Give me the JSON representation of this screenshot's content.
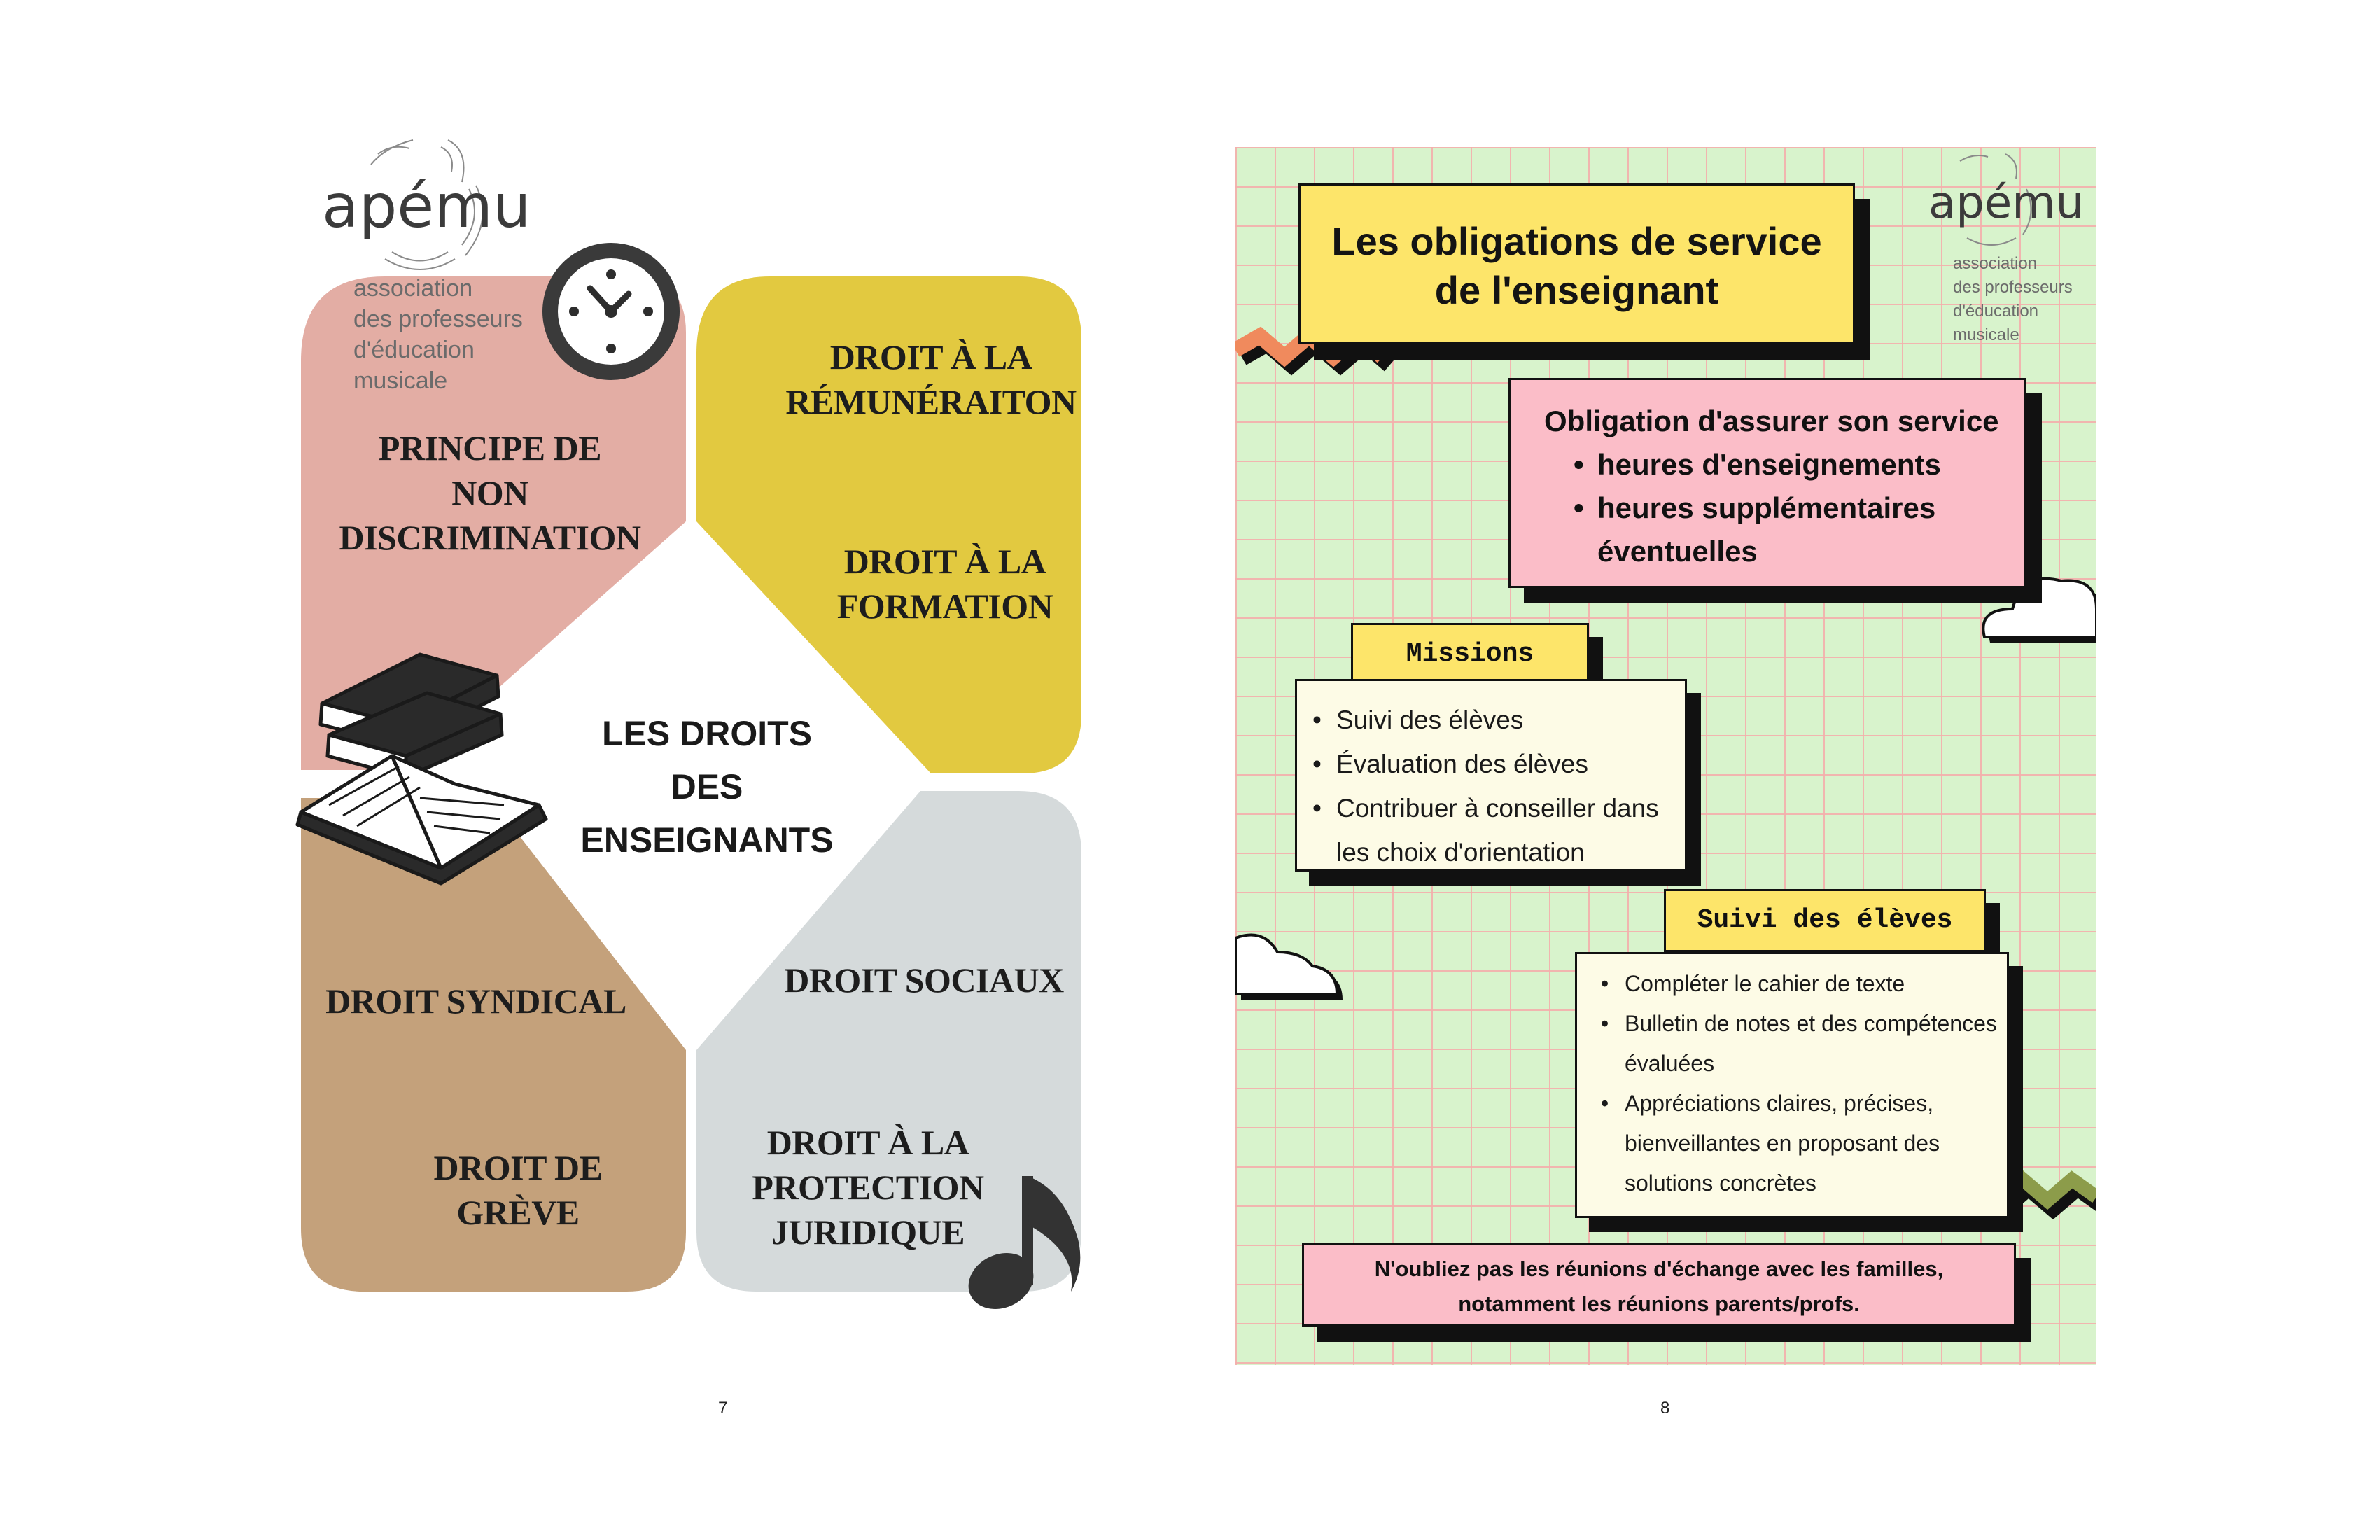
{
  "left_page": {
    "logo": {
      "wordmark": "apému",
      "lines": [
        "association",
        "des professeurs",
        "d'éducation",
        "musicale"
      ]
    },
    "center_title": [
      "LES DROITS",
      "DES",
      "ENSEIGNANTS"
    ],
    "quadrants": {
      "top_left": {
        "color": "#e3ada4",
        "labels": [
          [
            "PRINCIPE DE",
            "NON",
            "DISCRIMINATION"
          ]
        ]
      },
      "top_right": {
        "color": "#e2c940",
        "labels": [
          [
            "DROIT À LA",
            "RÉMUNÉRAITON"
          ],
          [
            "DROIT À LA",
            "FORMATION"
          ]
        ]
      },
      "bottom_left": {
        "color": "#c4a17b",
        "labels": [
          [
            "DROIT SYNDICAL"
          ],
          [
            "DROIT DE GRÈVE"
          ]
        ]
      },
      "bottom_right": {
        "color": "#d5dadb",
        "labels": [
          [
            "DROIT SOCIAUX"
          ],
          [
            "DROIT À LA",
            "PROTECTION",
            "JURIDIQUE"
          ]
        ]
      }
    },
    "icons": [
      "clock-icon",
      "books-icon",
      "music-note-icon"
    ],
    "page_number": "7"
  },
  "right_page": {
    "title": [
      "Les obligations de service",
      "de l'enseignant"
    ],
    "logo": {
      "wordmark": "apému",
      "lines": [
        "association",
        "des professeurs",
        "d'éducation",
        "musicale"
      ]
    },
    "service_box": {
      "heading": "Obligation d'assurer son service",
      "items": [
        "heures d'enseignements",
        "heures supplémentaires",
        "éventuelles"
      ]
    },
    "missions": {
      "label": "Missions",
      "items": [
        "Suivi des élèves",
        "Évaluation des élèves",
        "Contribuer à conseiller dans",
        "les choix d'orientation"
      ]
    },
    "suivi": {
      "label": "Suivi des élèves",
      "items": [
        "Compléter le cahier de texte",
        "Bulletin de notes et des compétences",
        "évaluées",
        "Appréciations claires, précises,",
        "bienveillantes en proposant des",
        "solutions concrètes"
      ]
    },
    "footer_note": [
      "N'oubliez pas les réunions d'échange avec les familles,",
      "notamment les réunions parents/profs."
    ],
    "colors": {
      "background": "#d8f3cc",
      "grid": "#f4aeac",
      "yellow": "#fde56a",
      "pink": "#fbbdc8",
      "cream": "#fdfbe6"
    },
    "page_number": "8"
  }
}
